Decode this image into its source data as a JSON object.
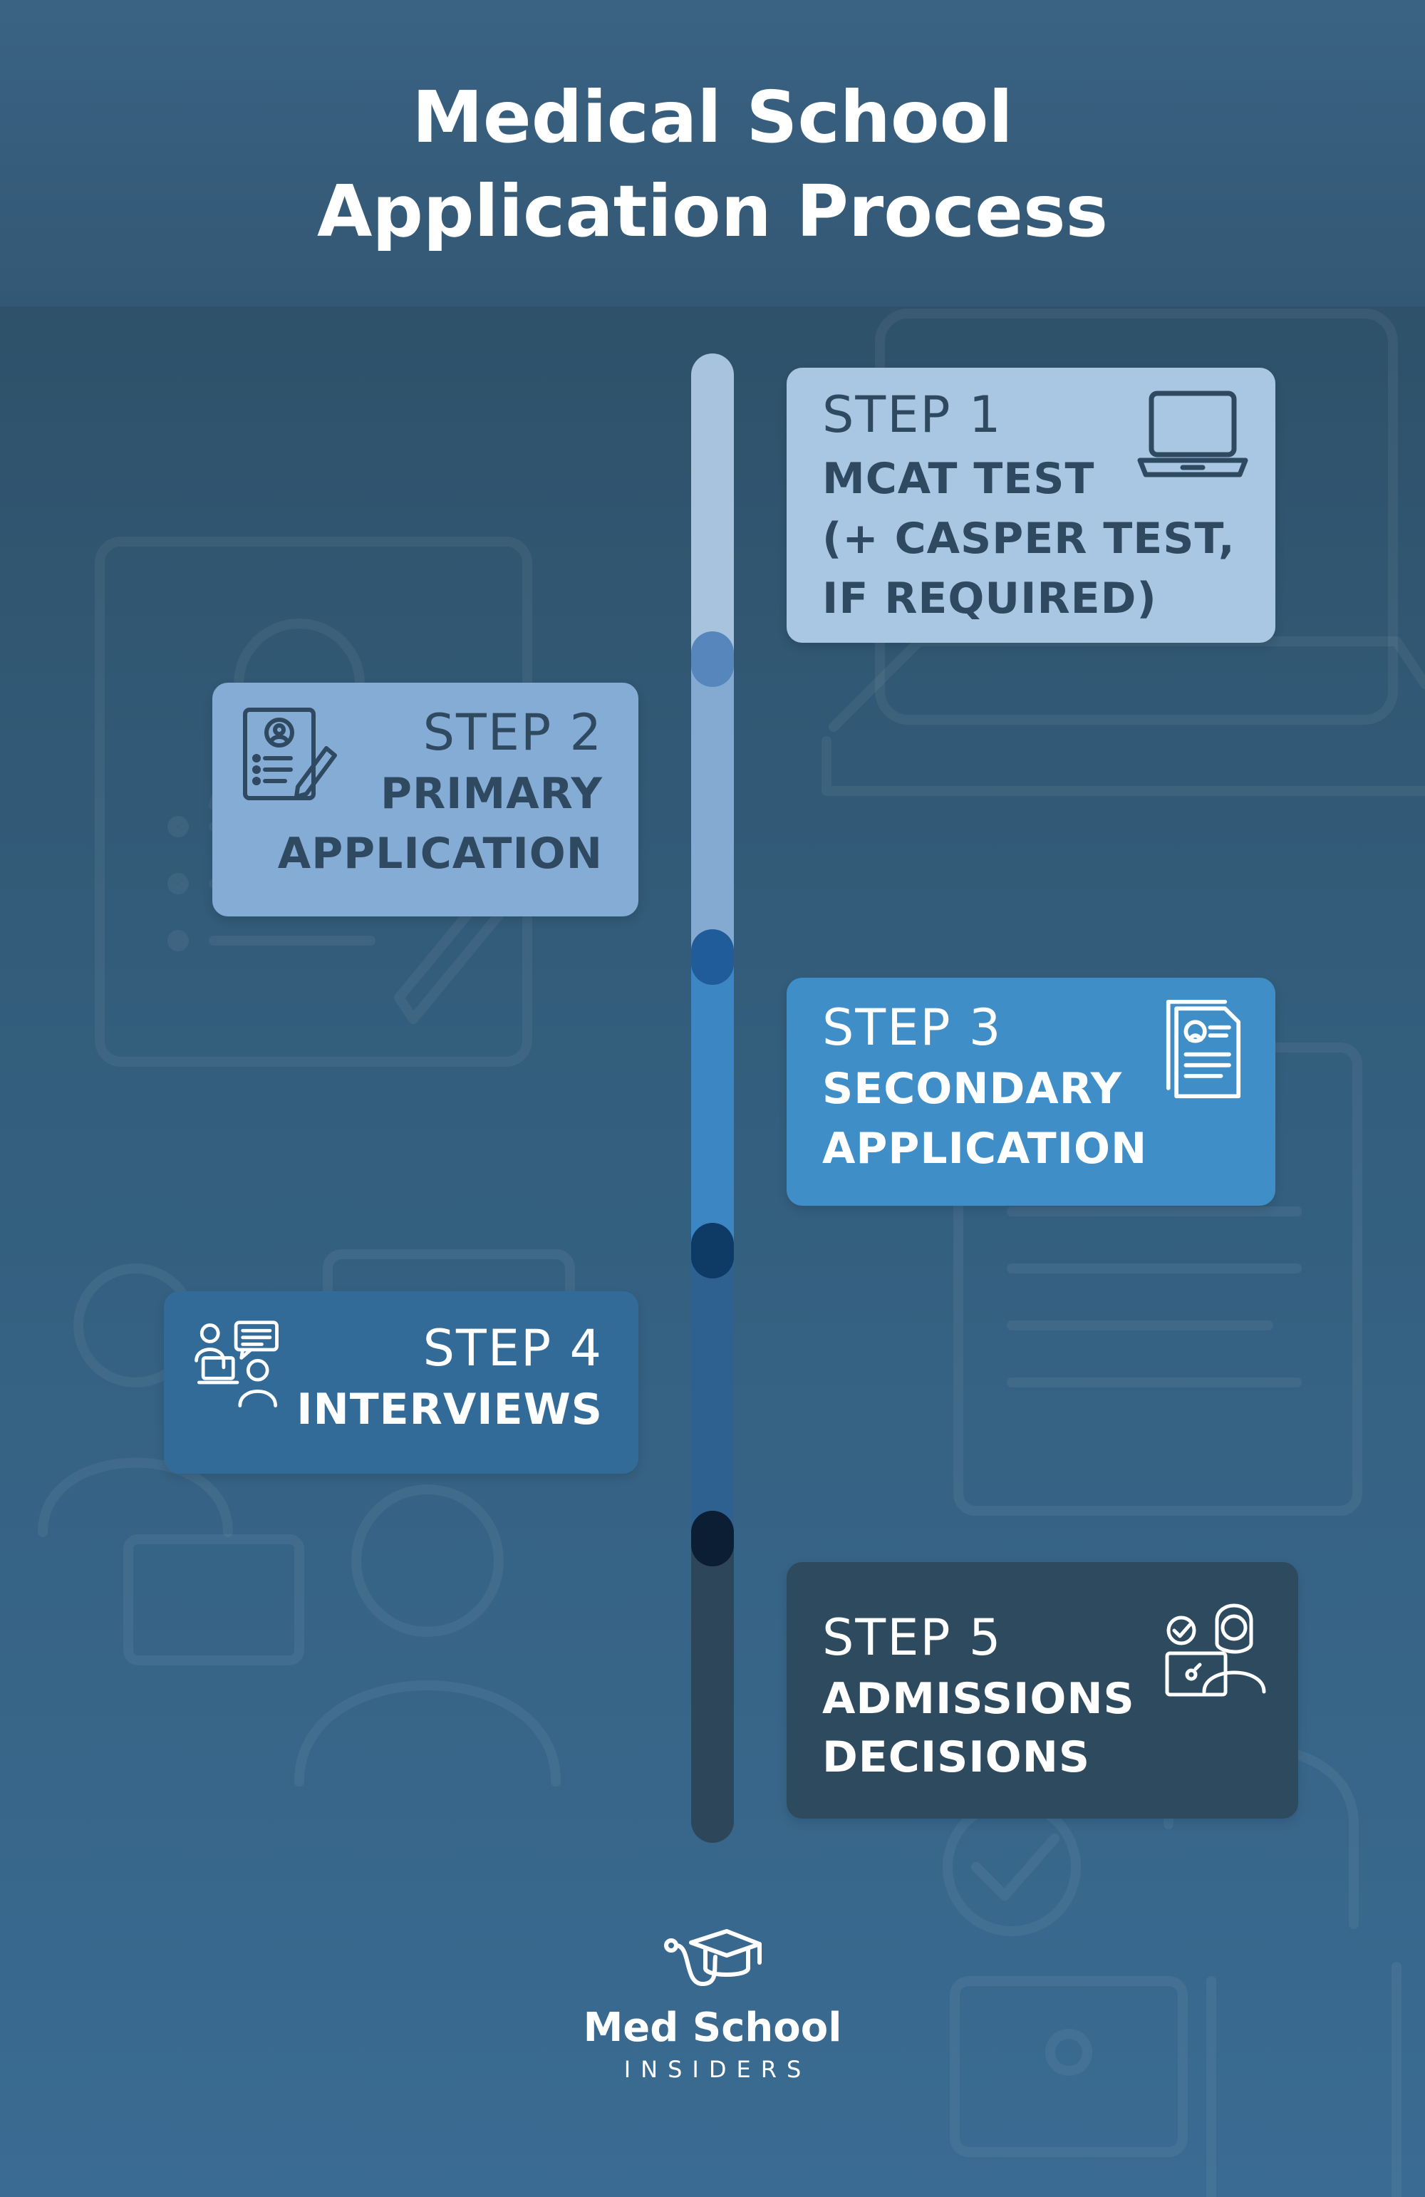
{
  "title": {
    "line1": "Medical School",
    "line2": "Application Process"
  },
  "steps": [
    {
      "step": "STEP 1",
      "lines": [
        "MCAT TEST",
        "(+ CASPER TEST,",
        "IF REQUIRED)"
      ],
      "icon": "laptop-icon",
      "color": "#a9c6e3"
    },
    {
      "step": "STEP 2",
      "lines": [
        "PRIMARY",
        "APPLICATION"
      ],
      "icon": "resume-pen-icon",
      "color": "#85acd5"
    },
    {
      "step": "STEP 3",
      "lines": [
        "SECONDARY",
        "APPLICATION"
      ],
      "icon": "document-icon",
      "color": "#3f8ec8"
    },
    {
      "step": "STEP 4",
      "lines": [
        "INTERVIEWS"
      ],
      "icon": "interview-icon",
      "color": "#336b98"
    },
    {
      "step": "STEP 5",
      "lines": [
        "ADMISSIONS",
        "DECISIONS"
      ],
      "icon": "decision-woman-icon",
      "color": "#2e4a5f"
    }
  ],
  "timeline_colors": [
    "#a7c3de",
    "#84aad2",
    "#3c87c3",
    "#2e6190",
    "#2d4659"
  ],
  "node_colors": [
    "#5686bb",
    "#1f5c99",
    "#0e3a66",
    "#0b1e33"
  ],
  "logo": {
    "icon": "graduation-cap-stethoscope-icon",
    "name": "Med School",
    "sub": "INSIDERS"
  }
}
